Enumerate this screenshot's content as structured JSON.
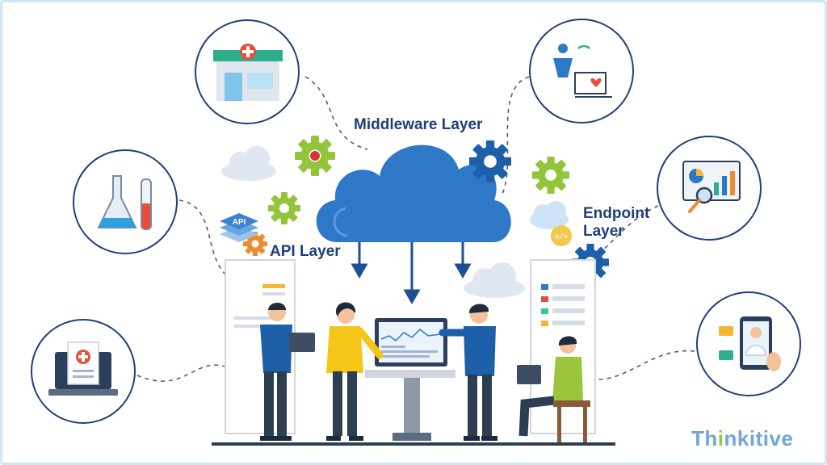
{
  "labels": {
    "middleware": "Middleware Layer",
    "api": "API Layer",
    "endpoint_line1": "Endpoint",
    "endpoint_line2": "Layer",
    "api_badge": "API"
  },
  "brand": {
    "prefix": "Th",
    "accent": "i",
    "suffix": "nkitive"
  },
  "colors": {
    "cloud": "#2f78c8",
    "gear_blue": "#1d5fa8",
    "gear_green": "#94c43b",
    "text_dark": "#1f3f7a",
    "brand": "#6fa7d6"
  },
  "icons": [
    "pharmacy-icon",
    "lab-flasks-icon",
    "medical-record-laptop-icon",
    "patient-monitoring-icon",
    "analytics-dashboard-icon",
    "telehealth-doctor-icon"
  ]
}
